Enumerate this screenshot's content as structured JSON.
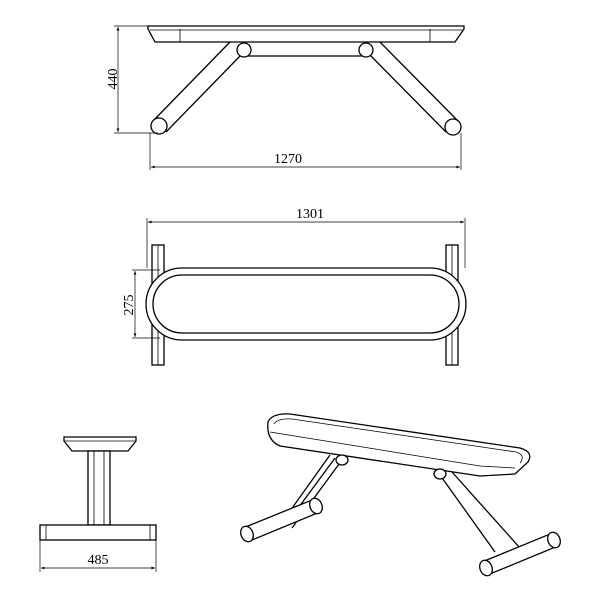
{
  "dimensions": {
    "side_height": "440",
    "side_length": "1270",
    "top_length": "1301",
    "top_width": "275",
    "front_width": "485"
  }
}
